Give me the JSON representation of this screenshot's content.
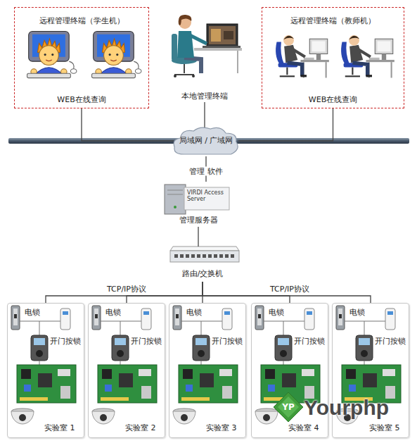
{
  "diagram": {
    "nodes": [
      {
        "text": [
          "远程管理终端（学生机）",
          "WEB在线查询"
        ]
      },
      {
        "text": [
          "本地管理终端"
        ]
      },
      {
        "text": [
          "远程管理终端（教师机）",
          "WEB在线查询"
        ]
      },
      {
        "text": [
          "局域网 / 广域网"
        ]
      },
      {
        "text": [
          "VIRDI Access Server",
          "管理服务器"
        ]
      },
      {
        "text": [
          "路由/交换机"
        ]
      },
      {
        "text": [
          "电锁",
          "开门按锁",
          "实验室 1"
        ]
      },
      {
        "text": [
          "电锁",
          "开门按锁",
          "实验室 2"
        ]
      },
      {
        "text": [
          "电锁",
          "开门按锁",
          "实验室 3"
        ]
      },
      {
        "text": [
          "电锁",
          "开门按锁",
          "实验室 4"
        ]
      },
      {
        "text": [
          "电锁",
          "开门按锁",
          "实验室 5"
        ]
      }
    ],
    "edges": [
      {
        "from": 0,
        "to": 3,
        "arrow": "none"
      },
      {
        "from": 1,
        "to": 3,
        "arrow": "none"
      },
      {
        "from": 2,
        "to": 3,
        "arrow": "none"
      },
      {
        "from": 3,
        "to": 4,
        "label": "管理 软件",
        "arrow": "none"
      },
      {
        "from": 4,
        "to": 5,
        "arrow": "none"
      },
      {
        "from": 5,
        "to": 6,
        "arrow": "none"
      },
      {
        "from": 5,
        "to": 7,
        "label": "TCP/IP协议",
        "arrow": "none"
      },
      {
        "from": 5,
        "to": 8,
        "arrow": "none"
      },
      {
        "from": 5,
        "to": 9,
        "label": "TCP/IP协议",
        "arrow": "none"
      },
      {
        "from": 5,
        "to": 10,
        "arrow": "none"
      }
    ],
    "labels": [
      "YP",
      "Yourphp"
    ]
  }
}
